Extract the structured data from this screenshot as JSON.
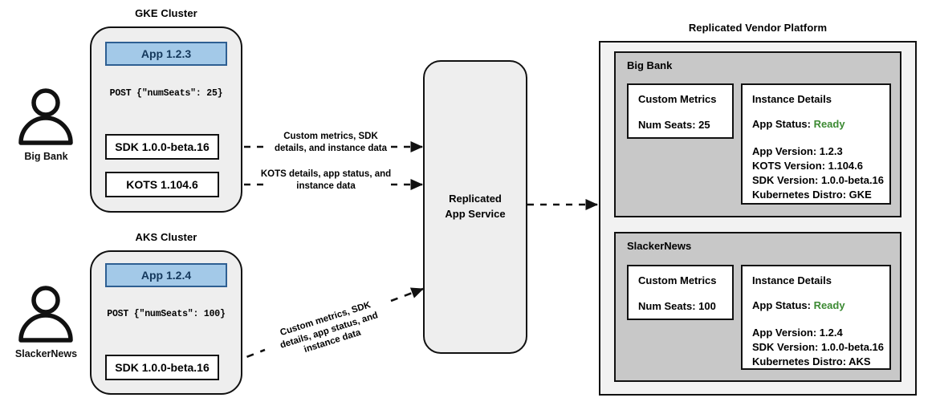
{
  "diagram": {
    "titles": {
      "gke_cluster": "GKE Cluster",
      "aks_cluster": "AKS Cluster",
      "vendor_platform": "Replicated Vendor Platform"
    },
    "actors": [
      {
        "name": "Big Bank",
        "icon": "person-icon"
      },
      {
        "name": "SlackerNews",
        "icon": "person-icon"
      }
    ],
    "gke": {
      "app_box": "App 1.2.3",
      "post_label": "POST {\"numSeats\": 25}",
      "sdk_box": "SDK 1.0.0-beta.16",
      "kots_box": "KOTS 1.104.6"
    },
    "aks": {
      "app_box": "App 1.2.4",
      "post_label": "POST {\"numSeats\": 100}",
      "sdk_box": "SDK 1.0.0-beta.16"
    },
    "edges": {
      "sdk_to_service_line1": "Custom metrics, SDK",
      "sdk_to_service_line2": "details, and instance data",
      "kots_to_service_line1": "KOTS details, app status, and",
      "kots_to_service_line2": "instance data",
      "aks_to_service_line1": "Custom metrics, SDK",
      "aks_to_service_line2": "details, app status, and",
      "aks_to_service_line3": "instance data"
    },
    "service": {
      "line1": "Replicated",
      "line2": "App Service"
    },
    "platform": {
      "tenants": [
        {
          "name": "Big Bank",
          "metrics": {
            "heading": "Custom Metrics",
            "rows": [
              "Num Seats: 25"
            ]
          },
          "instance": {
            "heading": "Instance Details",
            "status_label": "App Status:",
            "status_value": "Ready",
            "rows": [
              "App Version: 1.2.3",
              "KOTS Version: 1.104.6",
              "SDK Version: 1.0.0-beta.16",
              "Kubernetes Distro: GKE"
            ]
          }
        },
        {
          "name": "SlackerNews",
          "metrics": {
            "heading": "Custom Metrics",
            "rows": [
              "Num Seats: 100"
            ]
          },
          "instance": {
            "heading": "Instance Details",
            "status_label": "App Status:",
            "status_value": "Ready",
            "rows": [
              "App Version: 1.2.4",
              "SDK Version: 1.0.0-beta.16",
              "Kubernetes Distro: AKS"
            ]
          }
        }
      ]
    },
    "colors": {
      "app_fill": "#a3c9e8",
      "app_border": "#2e5f92",
      "cluster_fill": "#eeeeee",
      "tenant_fill": "#c8c8c8",
      "platform_fill": "#f2f2f2",
      "status_ready": "#3c8a33",
      "stroke": "#111111"
    }
  }
}
